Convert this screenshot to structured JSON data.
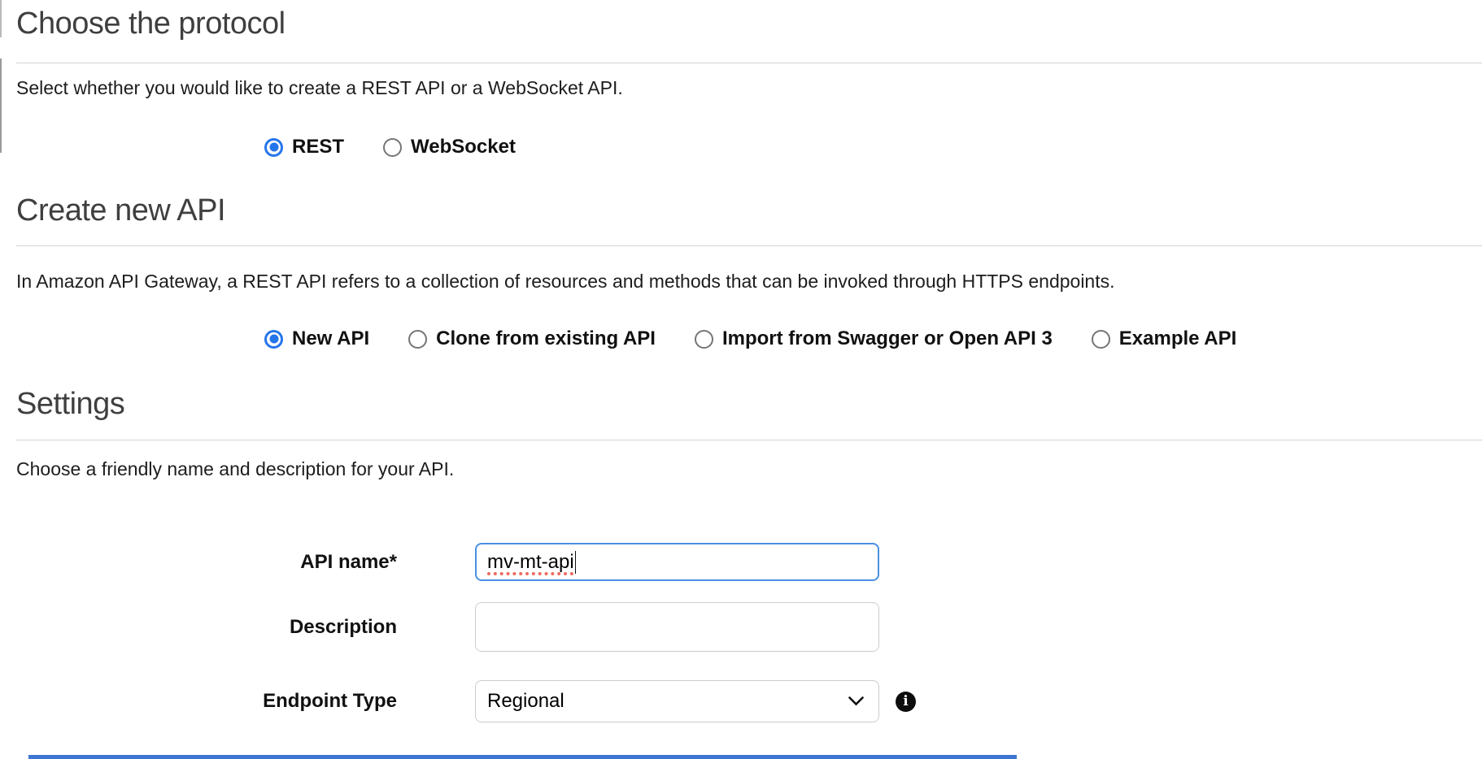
{
  "sections": {
    "protocol": {
      "title": "Choose the protocol",
      "description": "Select whether you would like to create a REST API or a WebSocket API.",
      "options": [
        {
          "label": "REST",
          "selected": true
        },
        {
          "label": "WebSocket",
          "selected": false
        }
      ]
    },
    "create": {
      "title": "Create new API",
      "description": "In Amazon API Gateway, a REST API refers to a collection of resources and methods that can be invoked through HTTPS endpoints.",
      "options": [
        {
          "label": "New API",
          "selected": true
        },
        {
          "label": "Clone from existing API",
          "selected": false
        },
        {
          "label": "Import from Swagger or Open API 3",
          "selected": false
        },
        {
          "label": "Example API",
          "selected": false
        }
      ]
    },
    "settings": {
      "title": "Settings",
      "description": "Choose a friendly name and description for your API.",
      "fields": {
        "api_name": {
          "label": "API name*",
          "value": "mv-mt-api",
          "spellcheck_flagged": true,
          "focused": true
        },
        "description": {
          "label": "Description",
          "value": "",
          "placeholder": ""
        },
        "endpoint_type": {
          "label": "Endpoint Type",
          "value": "Regional",
          "info_icon": "info-icon"
        }
      }
    }
  },
  "colors": {
    "radio_selected": "#2575ea",
    "focused_input_border": "#4a90e2",
    "input_border": "#cccccc",
    "rule": "#d3d3d3",
    "spellcheck_underline": "#ed6a5f",
    "bottom_strip": "#3c76d2"
  }
}
